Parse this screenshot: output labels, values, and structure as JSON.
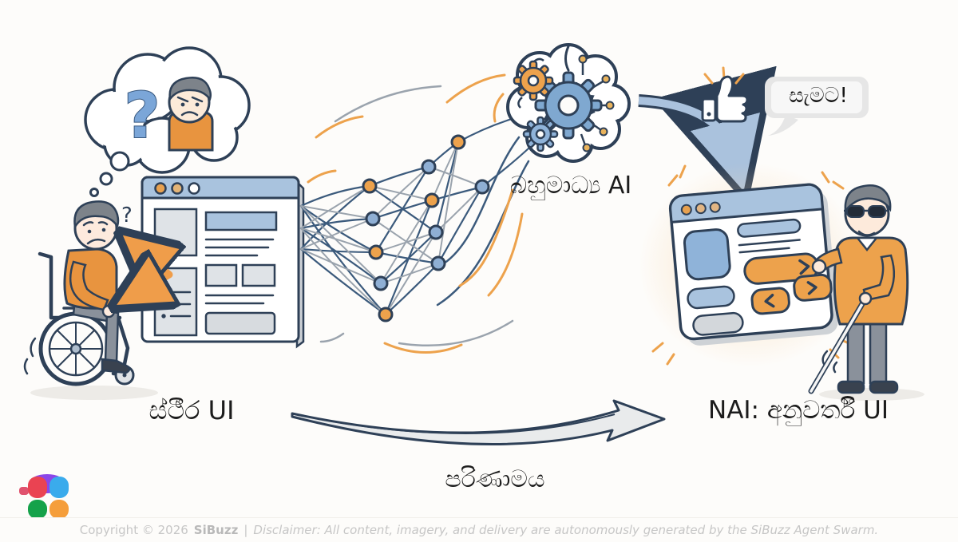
{
  "scene": {
    "left": {
      "label": "ස්ථීර UI",
      "thought_question": "?",
      "head_question": "?"
    },
    "center": {
      "ai_label": "බහුමාධ්‍ය AI",
      "transform_label": "පරිණාමය"
    },
    "right": {
      "speech_bubble": "සැමට!",
      "label": "NAI: අනුවර්තී UI"
    }
  },
  "footer": {
    "copyright": "Copyright © 2026",
    "brand": "SiBuzz",
    "separator": "|",
    "disclaimer": "Disclaimer: All content, imagery, and delivery are autonomously generated by the SiBuzz Agent Swarm."
  },
  "colors": {
    "background": "#fdfcfa",
    "outline_navy": "#2e4057",
    "accent_orange": "#eda24c",
    "accent_blue": "#a9c3de",
    "node_blue": "#8fafd4",
    "ui_gray": "#d9dde1",
    "glow_orange": "#f7bc7a",
    "footer_text": "#c6c6c6",
    "logo_red": "#ea4352",
    "logo_blue": "#3aabec",
    "logo_green": "#15a24a",
    "logo_orange": "#f59e3b",
    "logo_purple": "#8b46e8"
  }
}
